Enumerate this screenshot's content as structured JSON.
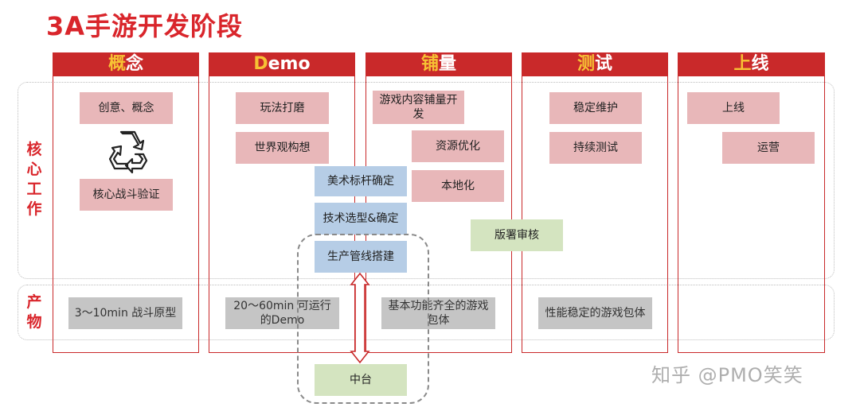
{
  "title": "3A手游开发阶段",
  "row_labels": {
    "core": "核心工作",
    "output": "产物"
  },
  "stages": [
    {
      "first": "概",
      "rest": "念"
    },
    {
      "first": "D",
      "rest": "emo"
    },
    {
      "first": "铺",
      "rest": "量"
    },
    {
      "first": "测",
      "rest": "试"
    },
    {
      "first": "上",
      "rest": "线"
    }
  ],
  "concept": {
    "idea": "创意、概念",
    "verify": "核心战斗验证",
    "icon": "recycle-icon"
  },
  "demo": {
    "gameplay": "玩法打磨",
    "world": "世界观构想"
  },
  "shared": {
    "art": "美术标杆确定",
    "tech": "技术选型&确定",
    "pipeline": "生产管线搭建",
    "middle": "中台"
  },
  "volume": {
    "content": "游戏内容铺量开发",
    "optimize": "资源优化",
    "localize": "本地化",
    "license": "版署审核"
  },
  "testing": {
    "stable": "稳定维护",
    "continuous": "持续测试"
  },
  "launch": {
    "online": "上线",
    "operate": "运营"
  },
  "outputs": {
    "concept": "3～10min 战斗原型",
    "demo": "20～60min 可运行的Demo",
    "volume": "基本功能齐全的游戏包体",
    "testing": "性能稳定的游戏包体"
  },
  "watermark": "知乎 @PMO笑笑",
  "colors": {
    "accent": "#c9292a",
    "highlight": "#f7c234",
    "pink": "#e8b7b9",
    "blue": "#b6cde6",
    "green": "#d4e4c0",
    "gray": "#c5c5c5"
  }
}
